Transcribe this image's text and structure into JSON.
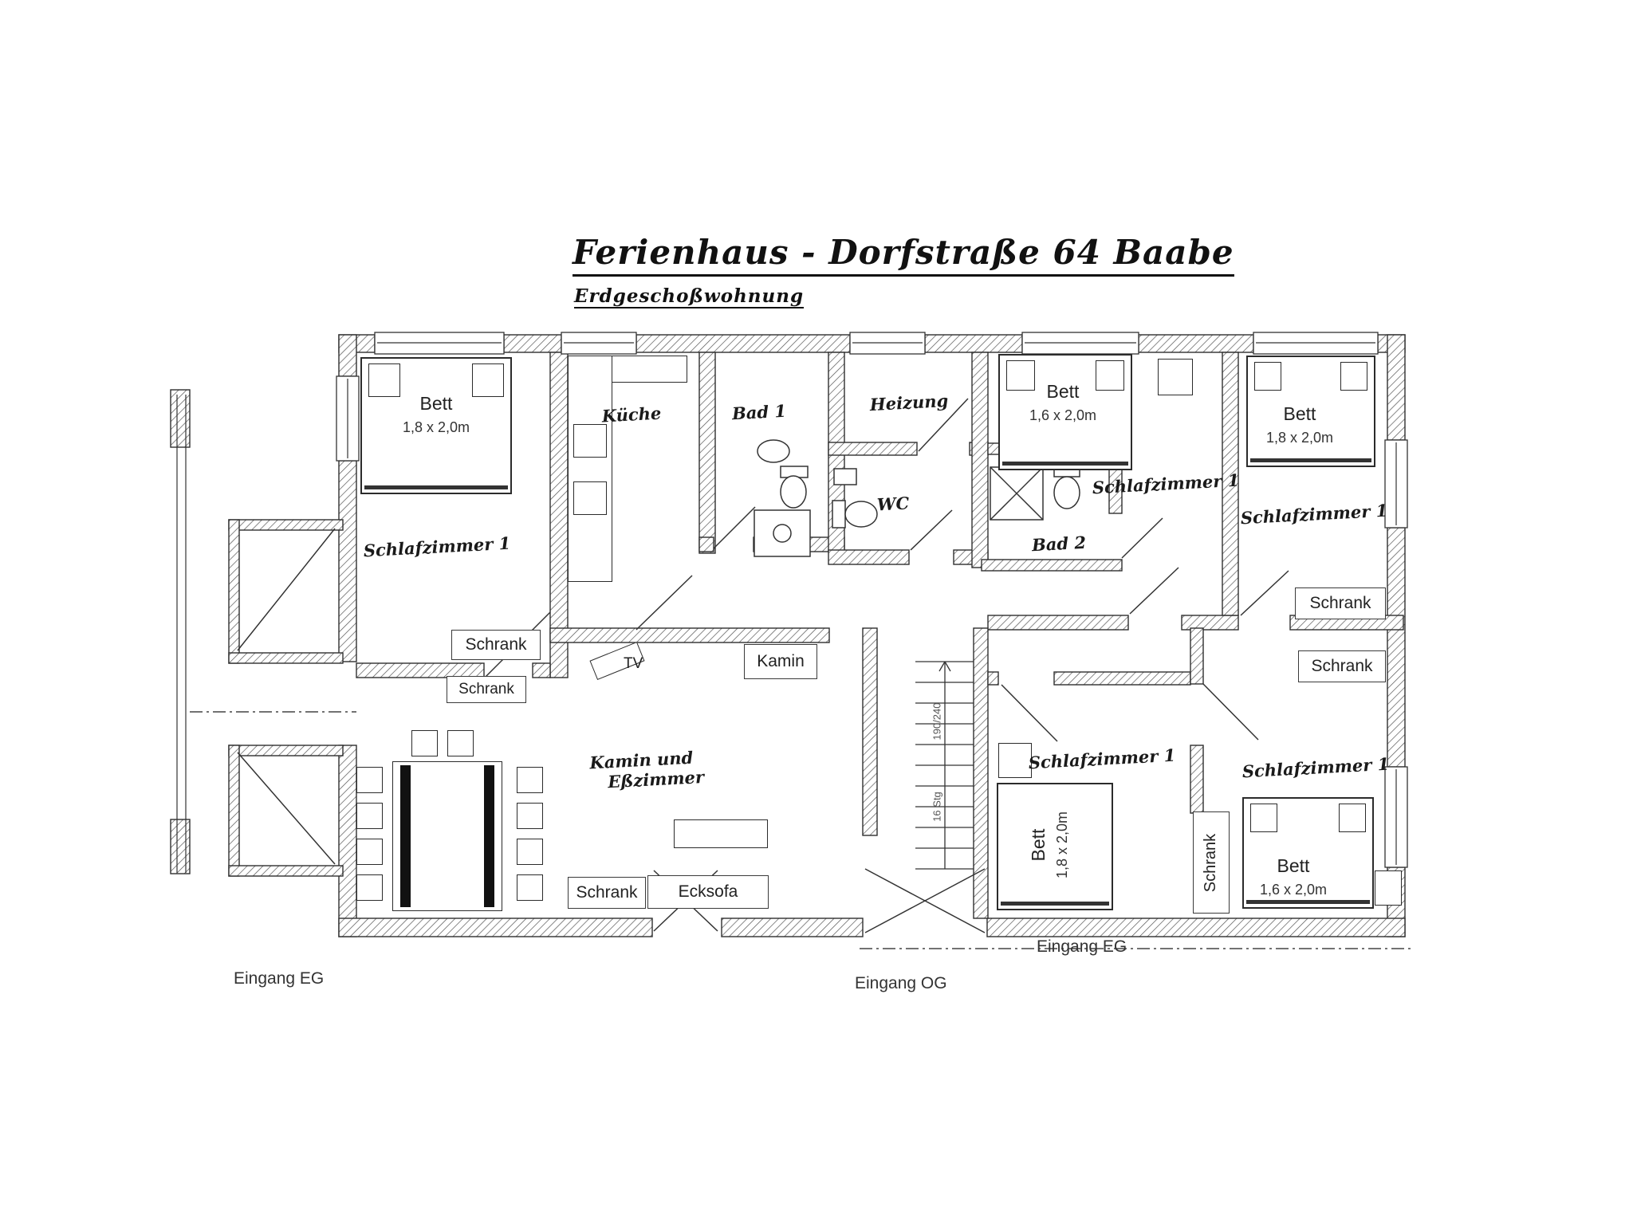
{
  "header": {
    "title": "Ferienhaus - Dorfstraße 64 Baabe",
    "subtitle": "Erdgeschoßwohnung"
  },
  "rooms": {
    "schlafzimmer_tl": {
      "name": "Schlafzimmer 1",
      "bed_label": "Bett",
      "bed_size": "1,8 x 2,0m"
    },
    "kueche": {
      "name": "Küche"
    },
    "bad1": {
      "name": "Bad 1"
    },
    "heizung": {
      "name": "Heizung"
    },
    "wc": {
      "name": "WC"
    },
    "bad2": {
      "name": "Bad 2"
    },
    "schlafzimmer_mt": {
      "name": "Schlafzimmer 1",
      "bed_label": "Bett",
      "bed_size": "1,6 x 2,0m"
    },
    "schlafzimmer_rt": {
      "name": "Schlafzimmer 1",
      "bed_label": "Bett",
      "bed_size": "1,8 x 2,0m"
    },
    "wohnzimmer": {
      "name_line1": "Kamin und",
      "name_line2": "Eßzimmer"
    },
    "schlafzimmer_mb": {
      "name": "Schlafzimmer 1",
      "bed_label": "Bett",
      "bed_size": "1,8 x 2,0m"
    },
    "schlafzimmer_rb": {
      "name": "Schlafzimmer 1",
      "bed_label": "Bett",
      "bed_size": "1,6 x 2,0m"
    }
  },
  "furniture": {
    "schrank": "Schrank",
    "kamin": "Kamin",
    "tv": "TV",
    "ecksofa": "Ecksofa"
  },
  "stairs": {
    "dim1": "190/240",
    "dim2": "16 Stg"
  },
  "entrances": {
    "eg_left": "Eingang EG",
    "og": "Eingang OG",
    "eg_right": "Eingang EG"
  }
}
